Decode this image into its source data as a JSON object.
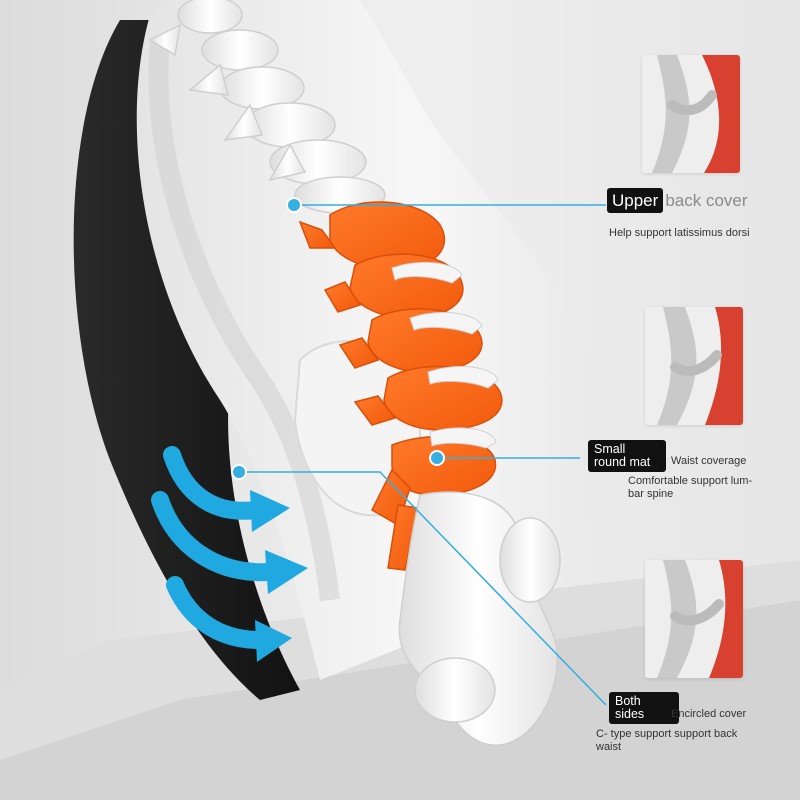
{
  "colors": {
    "spine_highlight": "#ff6a1a",
    "arrows": "#1fa9e0",
    "leader_lines": "#35aee0",
    "tag_background": "#111111",
    "cushion_shell": "#1c1c1c",
    "cushion_surface": "#f2f2f2"
  },
  "callouts": {
    "upper": {
      "tag": "Upper",
      "title_rest": "back cover",
      "description": "Help support latissimus dorsi"
    },
    "small": {
      "tag_line1": "Small",
      "tag_line2": "round mat",
      "label": "Waist coverage",
      "description_line1": "Comfortable support lum-",
      "description_line2": "bar spine"
    },
    "both": {
      "tag_line1": "Both",
      "tag_line2": "sides",
      "label": "Encircled cover",
      "description_line1": "C- type support support back",
      "description_line2": "waist"
    }
  },
  "icons": [
    "airflow-arrow-icon",
    "sitting-figure-icon",
    "spine-model-icon"
  ]
}
